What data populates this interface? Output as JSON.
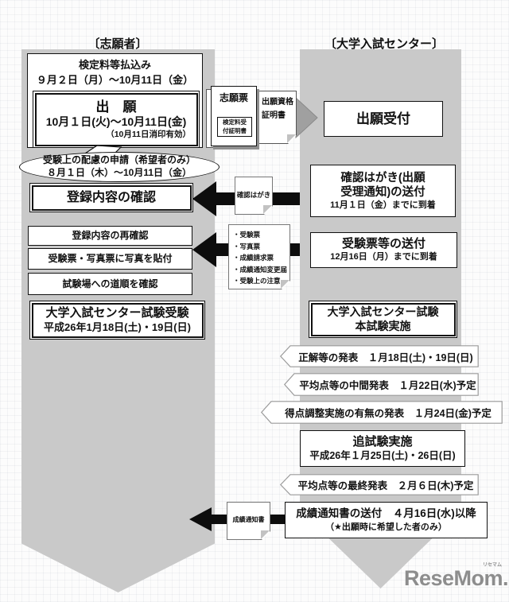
{
  "headers": {
    "applicant": "〔志願者〕",
    "center": "〔大学入試センター〕"
  },
  "left": {
    "payment": {
      "title": "検定料等払込み",
      "period": "９月２日（月）～10月11日（金）"
    },
    "application": {
      "title": "出　願",
      "period": "10月１日(火)～10月11日(金)",
      "note": "（10月11日消印有効）"
    },
    "consideration": {
      "line1": "受験上の配慮の申請（希望者のみ）",
      "line2": "８月１日（木）～10月11日（金）"
    },
    "registration_check": "登録内容の確認",
    "recheck": "登録内容の再確認",
    "photo": "受験票・写真票に写真を貼付",
    "route": "試験場への道順を確認",
    "exam": {
      "title": "大学入試センター試験受験",
      "date": "平成26年1月18日(土)・19日(日)"
    }
  },
  "documents": {
    "application_form": "志願票",
    "fee_receipt": {
      "line1": "検定料受",
      "line2": "付証明書"
    },
    "eligibility": {
      "line1": "出願資格",
      "line2": "証明書"
    },
    "confirmation_postcard": "確認はがき",
    "tickets": [
      "・受験票",
      "・写真票",
      "・成績請求票",
      "・成績通知変更届",
      "・受験上の注意"
    ],
    "score_report": "成績通知書"
  },
  "right": {
    "accept": "出願受付",
    "confirmation_send": {
      "line1": "確認はがき(出願",
      "line2": "受理通知)の送付",
      "date": "11月１日（金）までに到着"
    },
    "ticket_send": {
      "title": "受験票等の送付",
      "date": "12月16日（月）までに到着"
    },
    "main_exam": {
      "line1": "大学入試センター試験",
      "line2": "本試験実施"
    },
    "announcements": [
      {
        "text": "正解等の発表　１月18日(土)・19日(日)"
      },
      {
        "text": "平均点等の中間発表　１月22日(水)予定"
      },
      {
        "text": "得点調整実施の有無の発表　１月24日(金)予定"
      }
    ],
    "makeup_exam": {
      "title": "追試験実施",
      "date": "平成26年１月25日(土)・26日(日)"
    },
    "final_announcement": "平均点等の最終発表　２月６日(木)予定",
    "score_send": {
      "line1": "成績通知書の送付　４月16日(水)以降",
      "line2": "（★出願時に希望した者のみ）"
    }
  },
  "logo": {
    "text": "ReseMom.",
    "ruby": "リセマム"
  },
  "colors": {
    "column_gray": "#c9c9c9",
    "arrow_black": "#0d0d0d",
    "arrow_gray": "#a0a0a0"
  }
}
